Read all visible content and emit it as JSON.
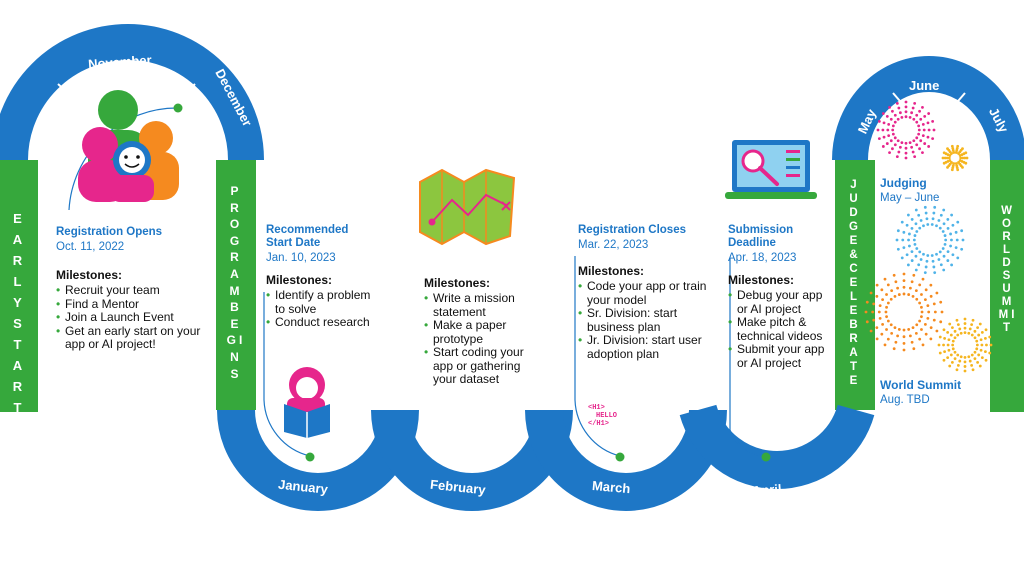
{
  "months": {
    "october": "October",
    "november": "November",
    "december": "December",
    "january": "January",
    "february": "February",
    "march": "March",
    "april": "April",
    "may": "May",
    "june": "June",
    "july": "July"
  },
  "phases": {
    "early_start": "EARLY START",
    "program_begins": "PROGRAM BEGINS",
    "judge_celebrate": "JUDGE & CELEBRATE",
    "world_summit": "WORLD SUMMIT"
  },
  "registration_opens": {
    "title": "Registration Opens",
    "date": "Oct. 11, 2022",
    "milestones_label": "Milestones:",
    "items": [
      "Recruit your team",
      "Find a Mentor",
      "Join a Launch Event",
      "Get an early start on your app or AI project!"
    ]
  },
  "start_date": {
    "title": "Recommended Start Date",
    "date": "Jan. 10, 2023",
    "milestones_label": "Milestones:",
    "items": [
      "Identify a problem to solve",
      "Conduct research"
    ]
  },
  "february_block": {
    "milestones_label": "Milestones:",
    "items": [
      "Write a mission statement",
      "Make a paper prototype",
      "Start coding your app or gathering your dataset"
    ]
  },
  "registration_closes": {
    "title": "Registration Closes",
    "date": "Mar. 22, 2023",
    "milestones_label": "Milestones:",
    "items": [
      "Code your app or train your model",
      "Sr. Division: start business plan",
      "Jr. Division: start user adoption plan"
    ],
    "code_snippet": [
      "<H1>",
      "HELLO",
      "</H1>"
    ]
  },
  "submission": {
    "title": "Submission Deadline",
    "date": "Apr. 18, 2023",
    "milestones_label": "Milestones:",
    "items": [
      "Debug your app or AI project",
      "Make pitch & technical videos",
      "Submit your app or AI project"
    ]
  },
  "judging": {
    "title": "Judging",
    "date": "May – June"
  },
  "world_summit_event": {
    "title": "World Summit",
    "date": "Aug. TBD"
  },
  "colors": {
    "blue": "#1e77c6",
    "green": "#36a83c",
    "pink": "#e6268c",
    "orange": "#f58a1f"
  }
}
